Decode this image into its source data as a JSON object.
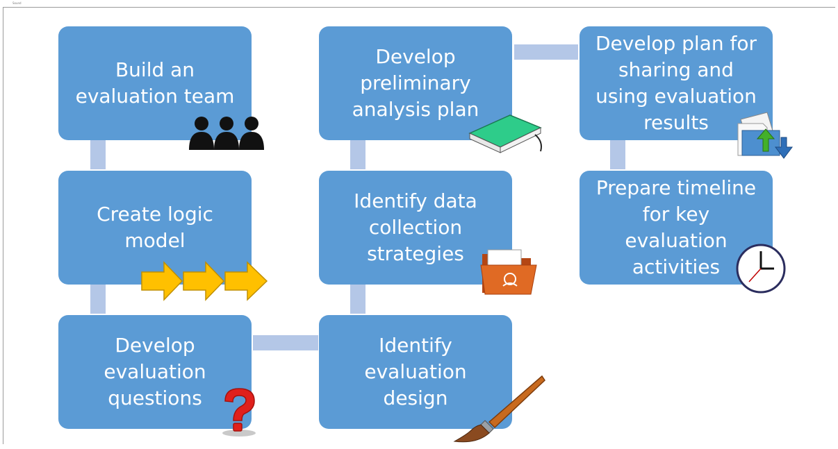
{
  "corner_label": "Sound",
  "steps": [
    {
      "id": "build-team",
      "label": "Build an\nevaluation team",
      "icon": "people-icon"
    },
    {
      "id": "logic-model",
      "label": "Create logic\nmodel",
      "icon": "arrows-icon"
    },
    {
      "id": "eval-questions",
      "label": "Develop\nevaluation\nquestions",
      "icon": "question-mark-icon"
    },
    {
      "id": "eval-design",
      "label": "Identify\nevaluation\ndesign",
      "icon": "paintbrush-icon"
    },
    {
      "id": "data-collection",
      "label": "Identify data\ncollection\nstrategies",
      "icon": "folder-icon"
    },
    {
      "id": "analysis-plan",
      "label": "Develop\npreliminary\nanalysis plan",
      "icon": "book-icon"
    },
    {
      "id": "sharing-plan",
      "label": "Develop plan for\nsharing and\nusing evaluation\nresults",
      "icon": "documents-transfer-icon"
    },
    {
      "id": "timeline",
      "label": "Prepare timeline\nfor key\nevaluation\nactivities",
      "icon": "clock-icon"
    }
  ],
  "colors": {
    "box": "#5b9bd5",
    "connector": "#b4c7e7",
    "text": "#ffffff",
    "arrow": "#ffc000",
    "question": "#e0201c",
    "folder": "#d75b1c",
    "book": "#2ecc8a"
  }
}
